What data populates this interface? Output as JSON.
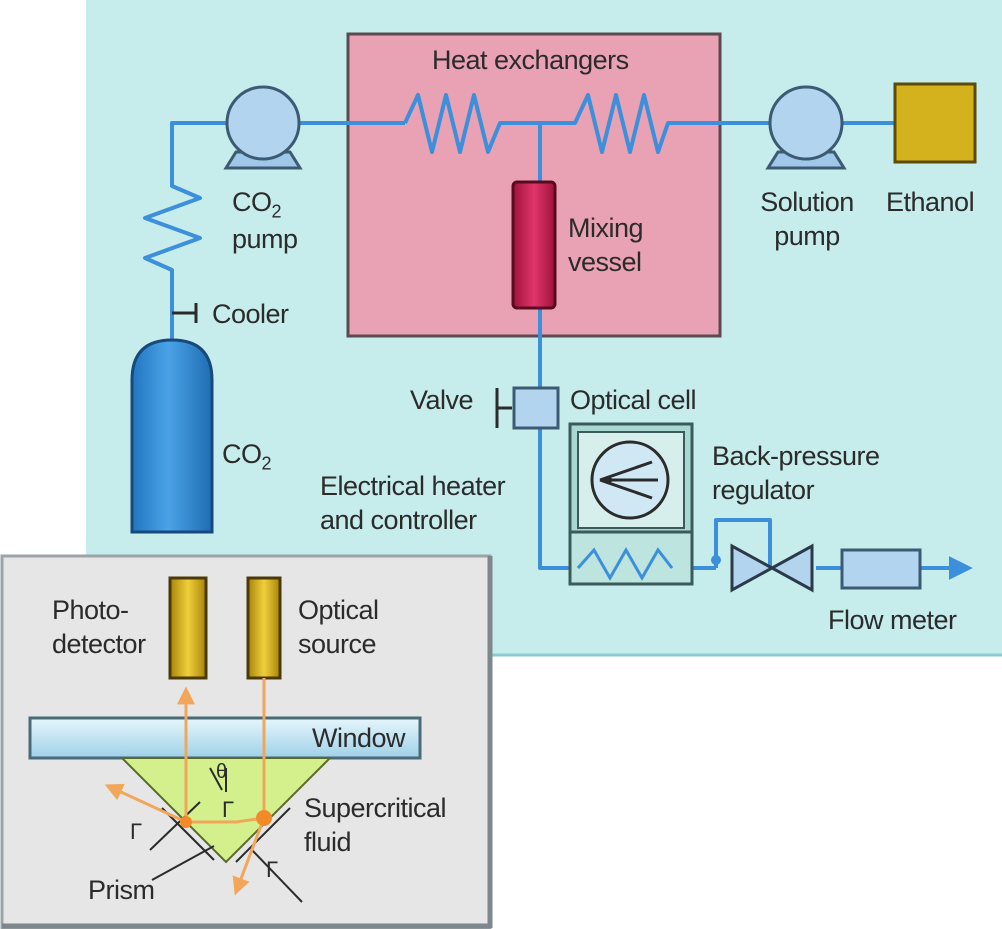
{
  "labels": {
    "heat_exchangers": "Heat exchangers",
    "co2_pump_line1": "CO",
    "co2_pump_sub": "2",
    "co2_pump_line2": "pump",
    "mixing_vessel_line1": "Mixing",
    "mixing_vessel_line2": "vessel",
    "solution_pump_line1": "Solution",
    "solution_pump_line2": "pump",
    "ethanol": "Ethanol",
    "cooler": "Cooler",
    "co2_cylinder": "CO",
    "co2_cylinder_sub": "2",
    "valve": "Valve",
    "optical_cell": "Optical cell",
    "back_pressure_line1": "Back-pressure",
    "back_pressure_line2": "regulator",
    "heater_line1": "Electrical heater",
    "heater_line2": "and controller",
    "flow_meter": "Flow meter",
    "photodetector_line1": "Photo-",
    "photodetector_line2": "detector",
    "optical_source_line1": "Optical",
    "optical_source_line2": "source",
    "window": "Window",
    "supercritical_line1": "Supercritical",
    "supercritical_line2": "fluid",
    "prism": "Prism",
    "theta": "θ",
    "gamma": "Γ"
  },
  "colors": {
    "background_panel": "#c6ecec",
    "heat_box": "#e9a2b4",
    "pipe": "#3b8fdb",
    "pump": "#b3d4ef",
    "ethanol": "#d4b21e",
    "mixing_vessel": "#c91e4f",
    "cylinder": "#2e86d2",
    "optical_cell_box": "#a8d8d0",
    "inset_bg": "#e6e6e6",
    "window": "#c0e4f2",
    "prism": "#d3f08d",
    "beam": "#f2a65a",
    "source_detector": "#d6b01e"
  }
}
